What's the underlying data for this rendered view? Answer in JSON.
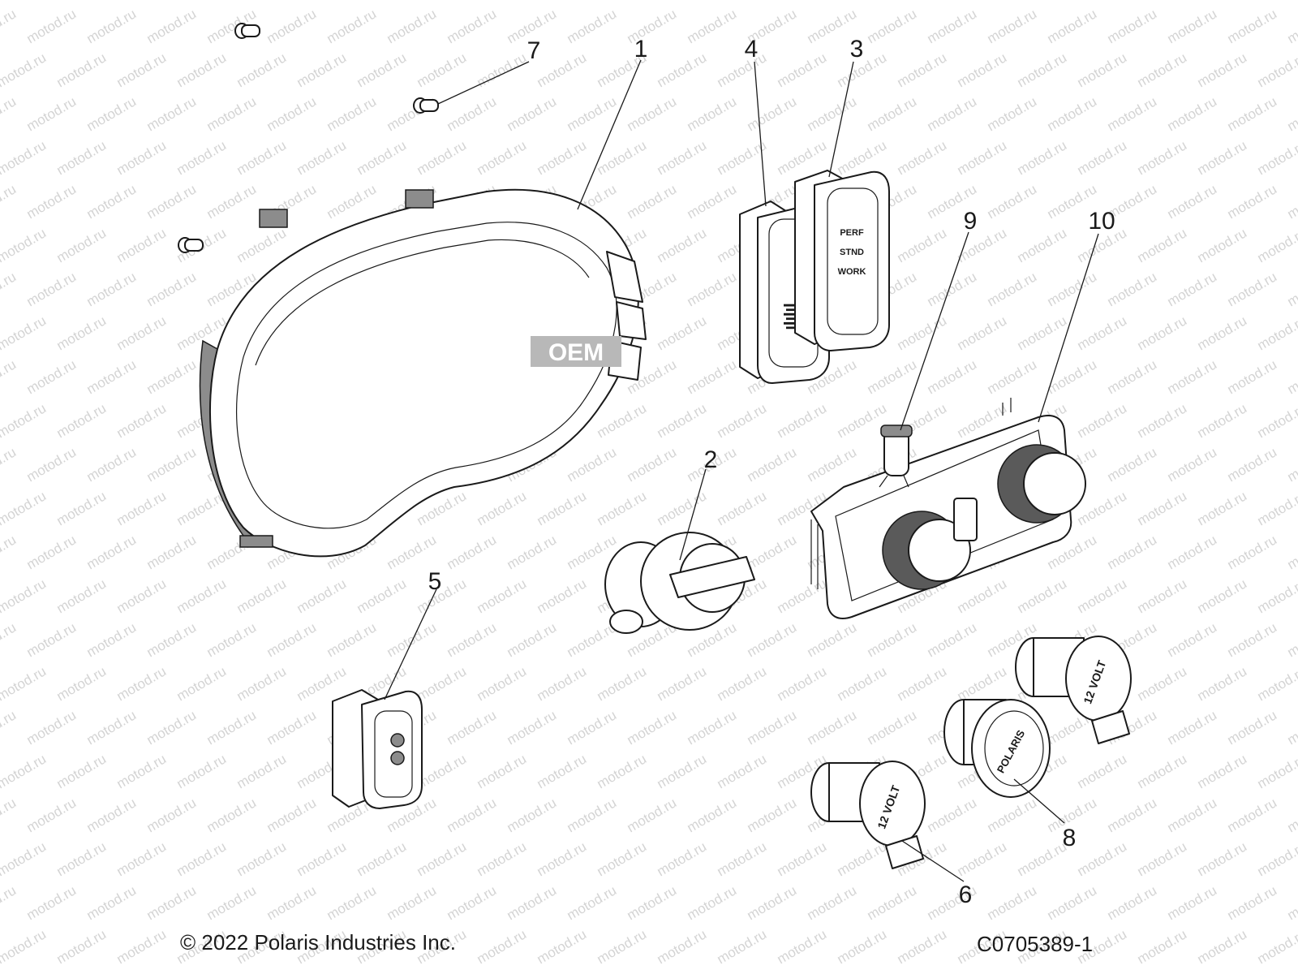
{
  "watermark": {
    "text": "motod.ru",
    "oem_badge": "OEM"
  },
  "callouts": [
    {
      "id": "1",
      "label": "1"
    },
    {
      "id": "2",
      "label": "2"
    },
    {
      "id": "3",
      "label": "3"
    },
    {
      "id": "4",
      "label": "4"
    },
    {
      "id": "5",
      "label": "5"
    },
    {
      "id": "6",
      "label": "6"
    },
    {
      "id": "7",
      "label": "7"
    },
    {
      "id": "8",
      "label": "8"
    },
    {
      "id": "9",
      "label": "9"
    },
    {
      "id": "10",
      "label": "10"
    }
  ],
  "parts": {
    "switch_3_face": [
      "PERF",
      "STND",
      "WORK"
    ],
    "outlet_volt_label": "12 VOLT",
    "outlet_brand_label": "POLARIS"
  },
  "footer": {
    "copyright": "© 2022 Polaris Industries Inc.",
    "diagram_id": "C0705389-1"
  }
}
